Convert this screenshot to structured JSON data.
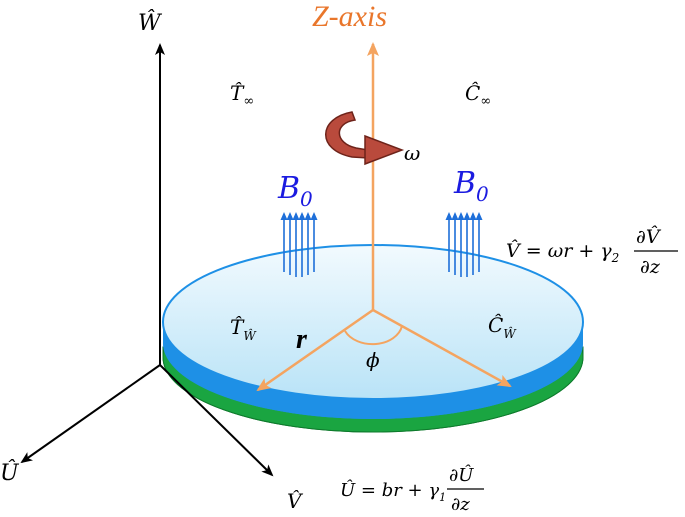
{
  "axes": {
    "z_label": "Z-axis",
    "w_label": "Ŵ",
    "u_label": "Û",
    "v_label": "V̂"
  },
  "symbols": {
    "t_inf": "T̂",
    "t_inf_sub": "∞",
    "c_inf": "Ĉ",
    "c_inf_sub": "∞",
    "omega": "ω",
    "b0_left": "B",
    "b0_left_sub": "0",
    "b0_right": "B",
    "b0_right_sub": "0",
    "t_w": "T̂",
    "t_w_sub": "Ŵ",
    "c_w": "Ĉ",
    "c_w_sub": "Ŵ",
    "r": "r",
    "phi": "ϕ"
  },
  "equations": {
    "v_lhs": "V̂ = ωr + γ",
    "v_sub": "2",
    "v_num": "∂V̂",
    "v_den": "∂z",
    "u_lhs": "Û = br + γ",
    "u_sub": "1",
    "u_num": "∂Û",
    "u_den": "∂z"
  },
  "colors": {
    "z_axis": "#f4a460",
    "z_label": "#e9762b",
    "disk_top": "#dff2fb",
    "disk_edge": "#1e90e6",
    "disk_base": "#1aa541",
    "rotation_arrow": "#b94a3c",
    "field": "#1e6fd9",
    "b0": "#1b1be0"
  }
}
